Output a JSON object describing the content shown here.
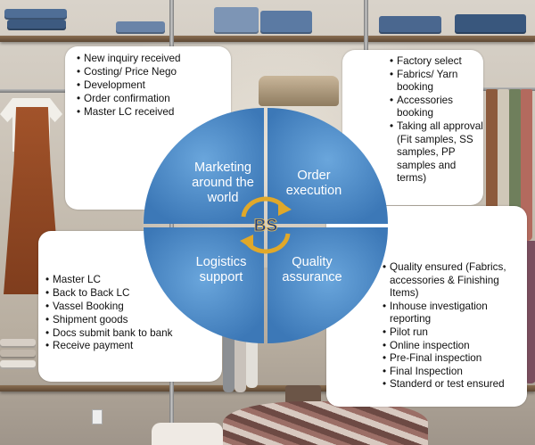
{
  "quadrants": {
    "marketing": {
      "label": "Marketing around the world",
      "color": "#4f8fcb"
    },
    "order": {
      "label": "Order execution",
      "color": "#4f8fcb"
    },
    "logistics": {
      "label": "Logistics support",
      "color": "#4f8fcb"
    },
    "quality": {
      "label": "Quality assurance",
      "color": "#4f8fcb"
    }
  },
  "center_logo": {
    "text": "BS",
    "arrow_color": "#e0a82a",
    "text_color": "#1f3f85"
  },
  "panels": {
    "marketing": {
      "items": [
        "New inquiry received",
        "Costing/ Price Nego",
        "Development",
        "Order confirmation",
        "Master LC received"
      ]
    },
    "order": {
      "items": [
        "Factory select",
        "Fabrics/ Yarn booking",
        "Accessories booking",
        "Taking all approval (Fit samples, SS samples, PP samples and terms)"
      ]
    },
    "logistics": {
      "items": [
        "Master LC",
        "Back to Back LC",
        "Vassel Booking",
        "Shipment goods",
        "Docs submit bank to bank",
        "Receive payment"
      ]
    },
    "quality": {
      "items": [
        "Quality ensured (Fabrics, accessories & Finishing Items)",
        "Inhouse investigation reporting",
        "Pilot run",
        "Online inspection",
        "Pre-Final inspection",
        "Final Inspection",
        "Standerd or test ensured"
      ]
    }
  }
}
